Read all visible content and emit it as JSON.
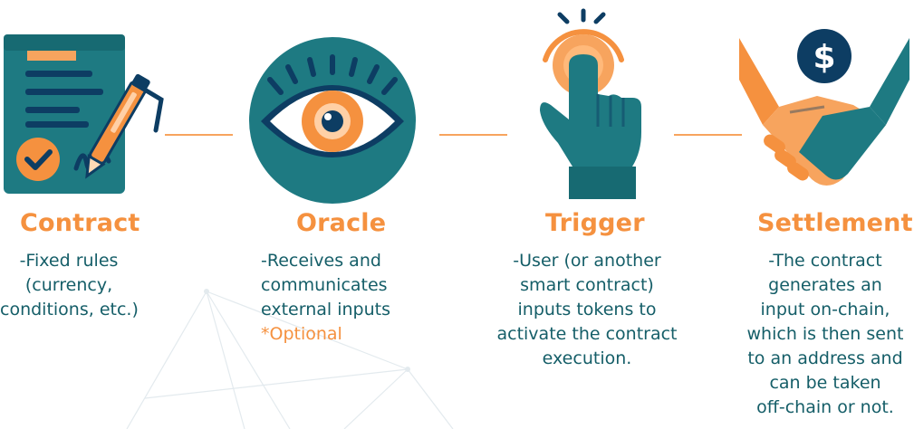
{
  "steps": [
    {
      "id": "contract",
      "title": "Contract",
      "icon": "contract-document-icon",
      "lines": [
        "-Fixed rules",
        "(currency,",
        "conditions, etc.)"
      ]
    },
    {
      "id": "oracle",
      "title": "Oracle",
      "icon": "eye-icon",
      "lines": [
        "-Receives and",
        "communicates",
        "external inputs"
      ],
      "note": "*Optional"
    },
    {
      "id": "trigger",
      "title": "Trigger",
      "icon": "hand-pointer-icon",
      "lines": [
        "-User (or another",
        "smart contract)",
        "inputs tokens to",
        "activate the contract",
        "execution."
      ]
    },
    {
      "id": "settlement",
      "title": "Settlement",
      "icon": "handshake-icon",
      "badge": "$",
      "lines": [
        "-The contract",
        "generates an",
        "input on-chain,",
        "which is then sent",
        "to an address and",
        "can be taken",
        "off-chain or not."
      ]
    }
  ],
  "colors": {
    "orange": "#f5913f",
    "teal": "#1e7a82",
    "dark_teal": "#155e68",
    "navy": "#0d3d63"
  }
}
